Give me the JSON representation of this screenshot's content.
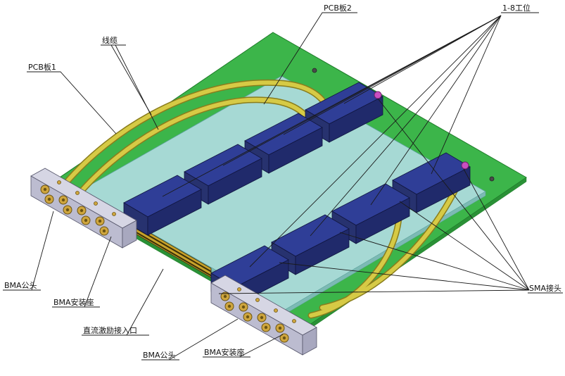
{
  "diagram": {
    "labels": {
      "pcb1": "PCB板1",
      "cable": "线缆",
      "pcb2": "PCB板2",
      "stations": "1-8工位",
      "bma_male_left": "BMA公头",
      "bma_mount_left": "BMA安装座",
      "dc_port": "直流激励接入口",
      "bma_male_bottom": "BMA公头",
      "bma_mount_bottom": "BMA安装座",
      "sma": "SMA接头"
    },
    "colors": {
      "board_outer_green": "#3cb54a",
      "board_inner_cyan": "#a6d9d4",
      "module_top_blue": "#2f3e97",
      "module_side_blue": "#202a6b",
      "cable_yellow": "#d6ca45",
      "connector_block_gray": "#c9c9da",
      "sma_connector_magenta": "#c94fc1",
      "gold_fingers": "#c8a22a",
      "leader_line": "#1a1a1a"
    }
  }
}
